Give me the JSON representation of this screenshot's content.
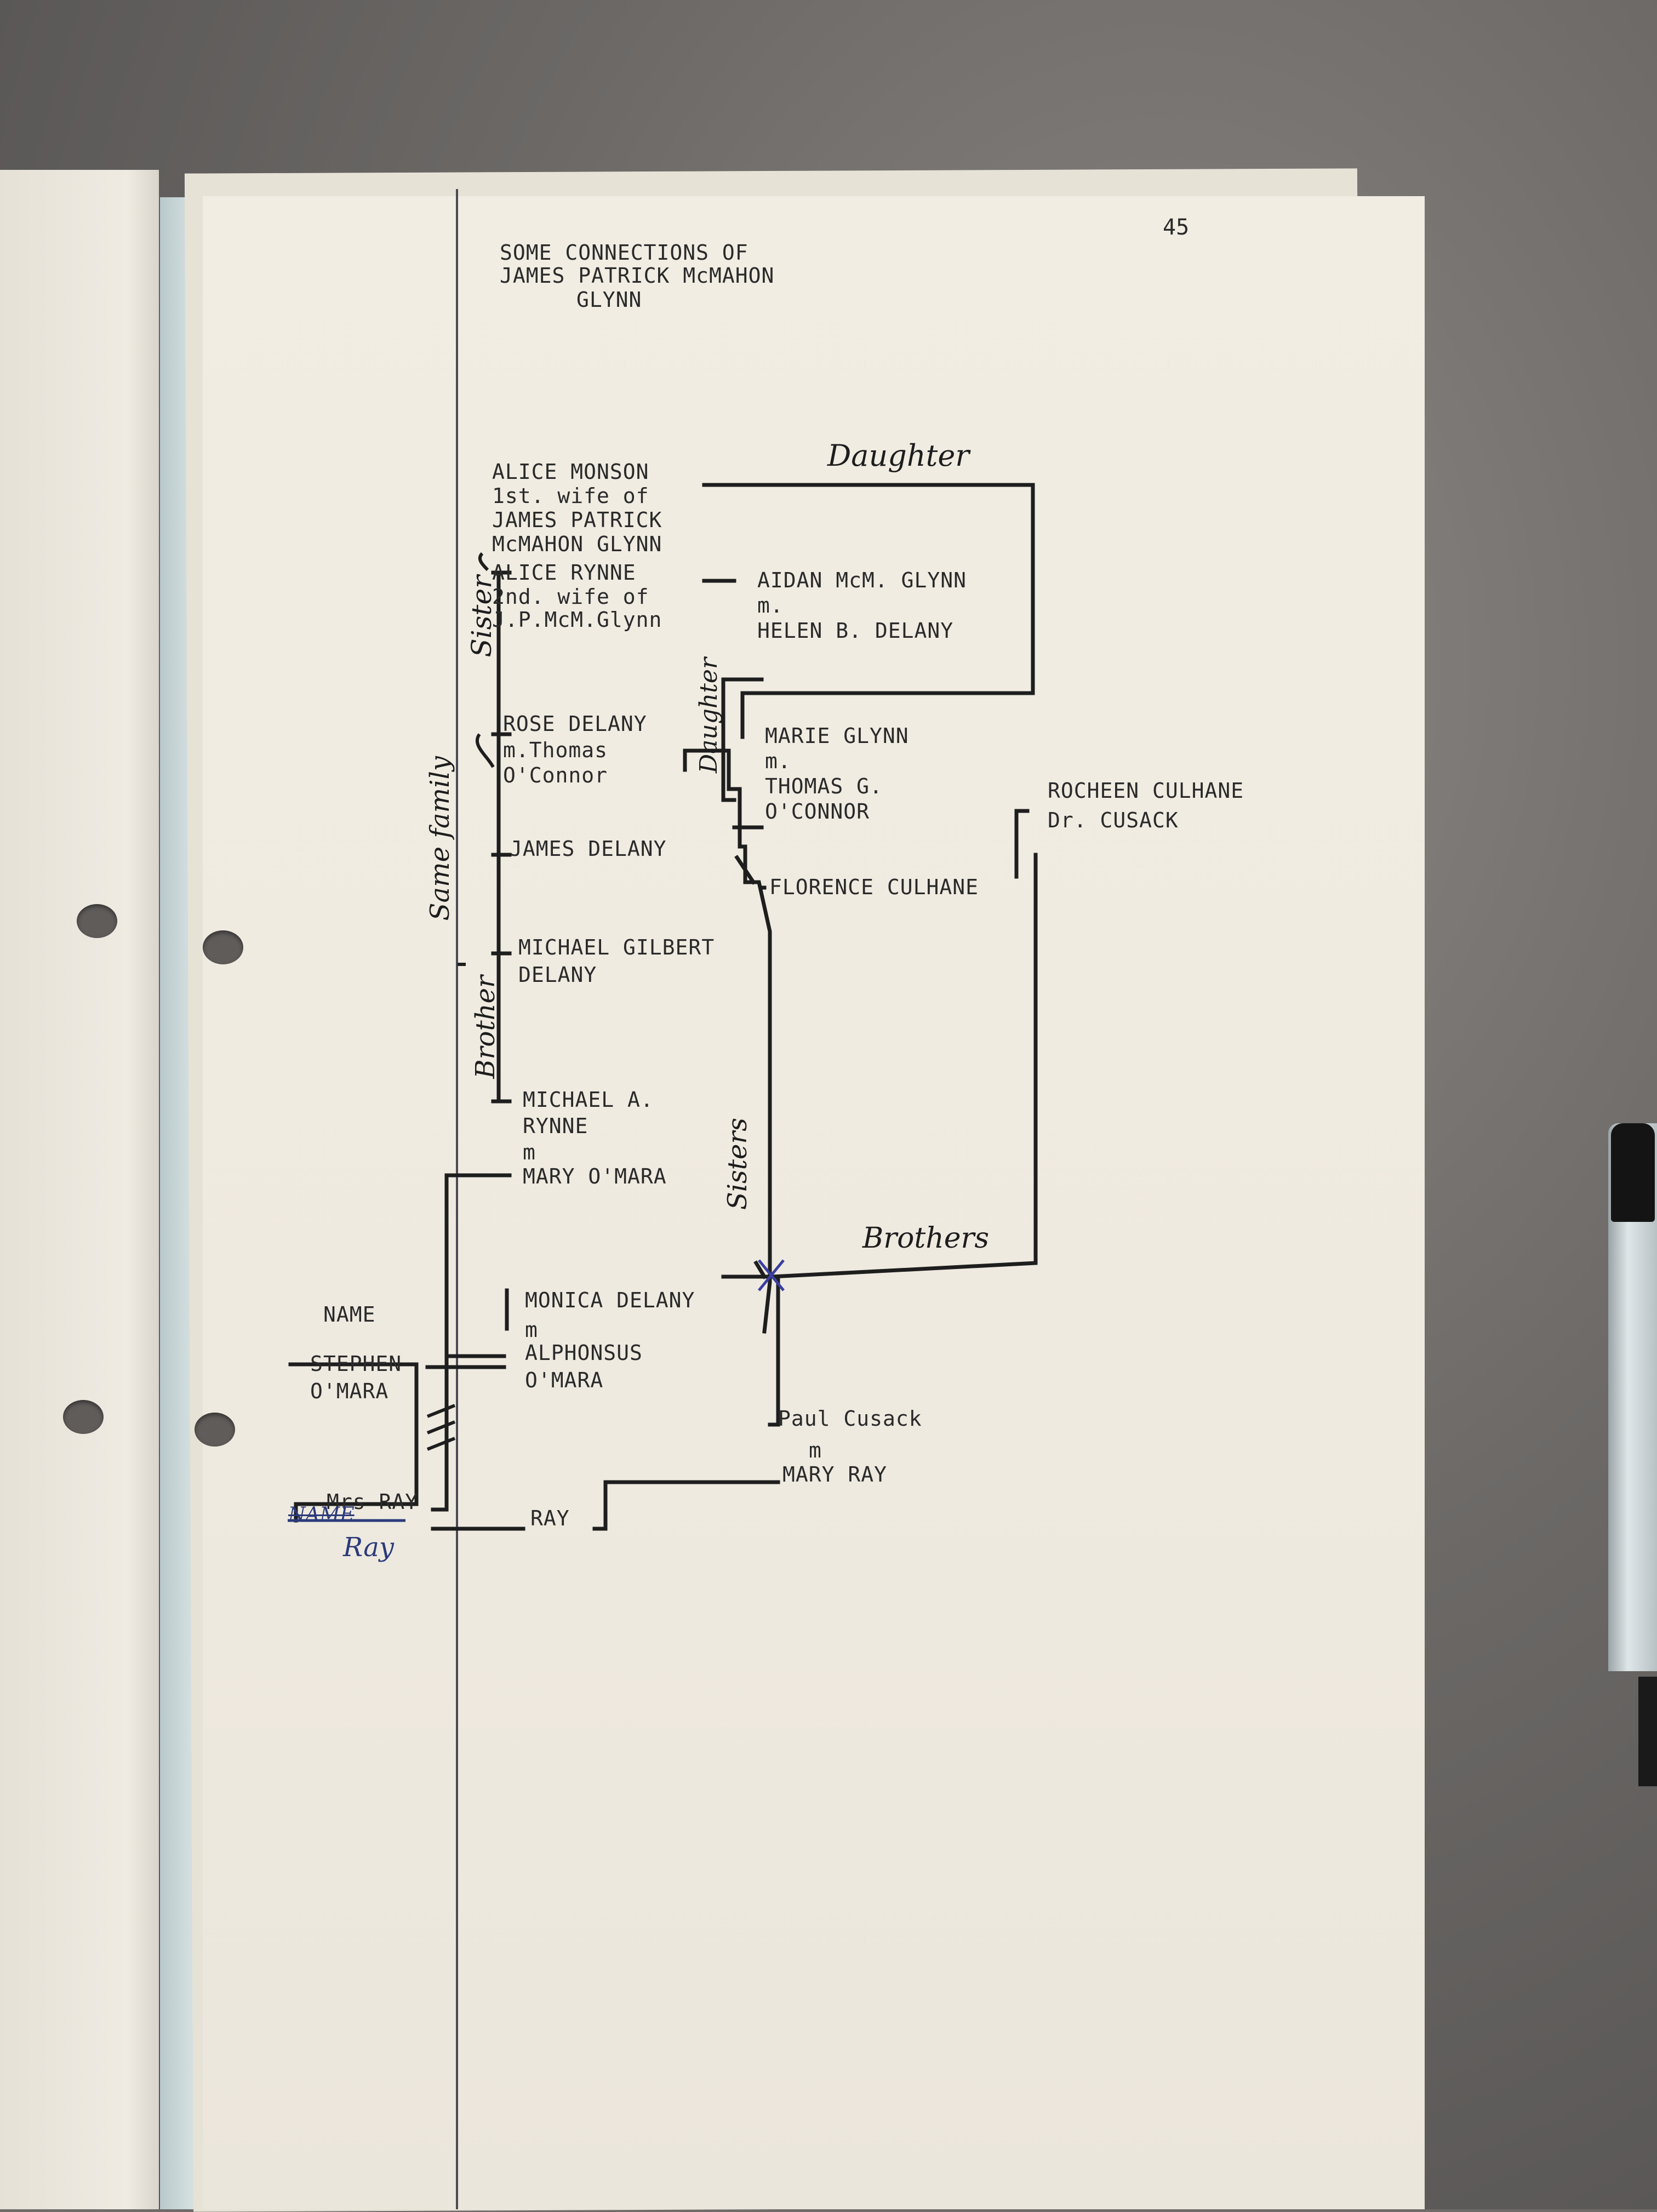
{
  "page_number": "45",
  "title": [
    "SOME CONNECTIONS OF",
    "JAMES PATRICK McMAHON",
    "GLYNN"
  ],
  "entries": {
    "alice_monson": [
      "ALICE MONSON",
      "1st. wife of",
      "JAMES PATRICK",
      "McMAHON GLYNN"
    ],
    "alice_rynne": [
      "ALICE RYNNE",
      "2nd. wife of",
      "J.P.McM.Glynn"
    ],
    "aidan": [
      "AIDAN McM. GLYNN",
      "m.",
      "HELEN B. DELANY"
    ],
    "rose": [
      "ROSE DELANY",
      "m.Thomas",
      "O'Connor"
    ],
    "marie": [
      "MARIE GLYNN",
      "m.",
      "THOMAS G.",
      "O'CONNOR"
    ],
    "rocheen": [
      "ROCHEEN CULHANE",
      "Dr. CUSACK"
    ],
    "james_delany": "JAMES DELANY",
    "florence": "FLORENCE CULHANE",
    "michael_gilbert": [
      "MICHAEL GILBERT",
      "DELANY"
    ],
    "michael_rynne": [
      "MICHAEL A.",
      "RYNNE",
      "m",
      "MARY O'MARA"
    ],
    "name_label": "NAME",
    "monica": [
      "MONICA DELANY",
      "m",
      "ALPHONSUS",
      "O'MARA"
    ],
    "stephen": [
      "STEPHEN",
      "O'MARA"
    ],
    "paul": [
      "Paul Cusack",
      "m",
      "MARY RAY"
    ],
    "mrs_ray": "Mrs RAY",
    "ray": "RAY"
  },
  "handwritten": {
    "daughter_top": "Daughter",
    "sister": "Sister",
    "daughter_side": "Daughter",
    "same_family": "Same family",
    "brother": "Brother",
    "sisters": "Sisters",
    "brothers": "Brothers",
    "name_crossed": "NAME",
    "ray_blue": "Ray"
  },
  "colors": {
    "paper": "#efeae0",
    "ink": "#2a2a2a",
    "pen_blue": "#2c3a7a"
  }
}
